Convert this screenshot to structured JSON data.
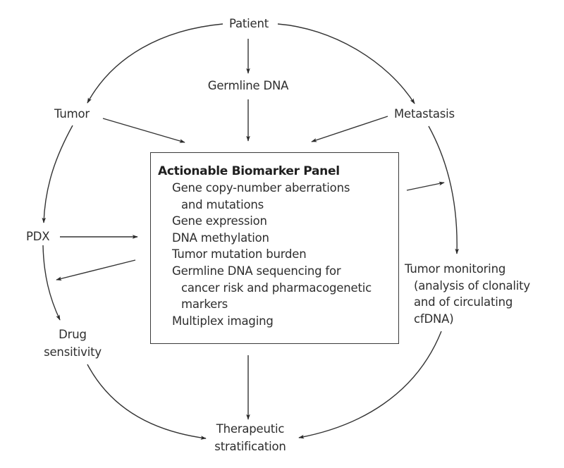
{
  "diagram": {
    "nodes": {
      "patient": "Patient",
      "germline_dna": "Germline DNA",
      "tumor": "Tumor",
      "metastasis": "Metastasis",
      "pdx": "PDX",
      "drug_sensitivity": [
        "Drug",
        "sensitivity"
      ],
      "tumor_monitoring": [
        "Tumor monitoring",
        "(analysis of clonality",
        "and of circulating",
        "cfDNA)"
      ],
      "therapeutic_stratification": [
        "Therapeutic",
        "stratification"
      ]
    },
    "panel": {
      "title": "Actionable Biomarker Panel",
      "items": [
        [
          "Gene copy-number aberrations",
          "and mutations"
        ],
        [
          "Gene expression"
        ],
        [
          "DNA methylation"
        ],
        [
          "Tumor mutation burden"
        ],
        [
          "Germline DNA sequencing for",
          "cancer risk and pharmacogenetic",
          "markers"
        ],
        [
          "Multiplex imaging"
        ]
      ]
    },
    "edges": [
      {
        "from": "patient",
        "to": "germline_dna"
      },
      {
        "from": "patient",
        "to": "tumor"
      },
      {
        "from": "patient",
        "to": "metastasis"
      },
      {
        "from": "germline_dna",
        "to": "panel"
      },
      {
        "from": "tumor",
        "to": "panel"
      },
      {
        "from": "metastasis",
        "to": "panel"
      },
      {
        "from": "tumor",
        "to": "pdx"
      },
      {
        "from": "pdx",
        "to": "panel"
      },
      {
        "from": "panel",
        "to": "drug_sensitivity"
      },
      {
        "from": "pdx",
        "to": "drug_sensitivity"
      },
      {
        "from": "metastasis",
        "to": "tumor_monitoring"
      },
      {
        "from": "panel",
        "to": "tumor_monitoring"
      },
      {
        "from": "panel",
        "to": "therapeutic_stratification"
      },
      {
        "from": "drug_sensitivity",
        "to": "therapeutic_stratification"
      },
      {
        "from": "tumor_monitoring",
        "to": "therapeutic_stratification"
      }
    ],
    "colors": {
      "stroke": "#333333",
      "text": "#2e2e2e"
    }
  }
}
